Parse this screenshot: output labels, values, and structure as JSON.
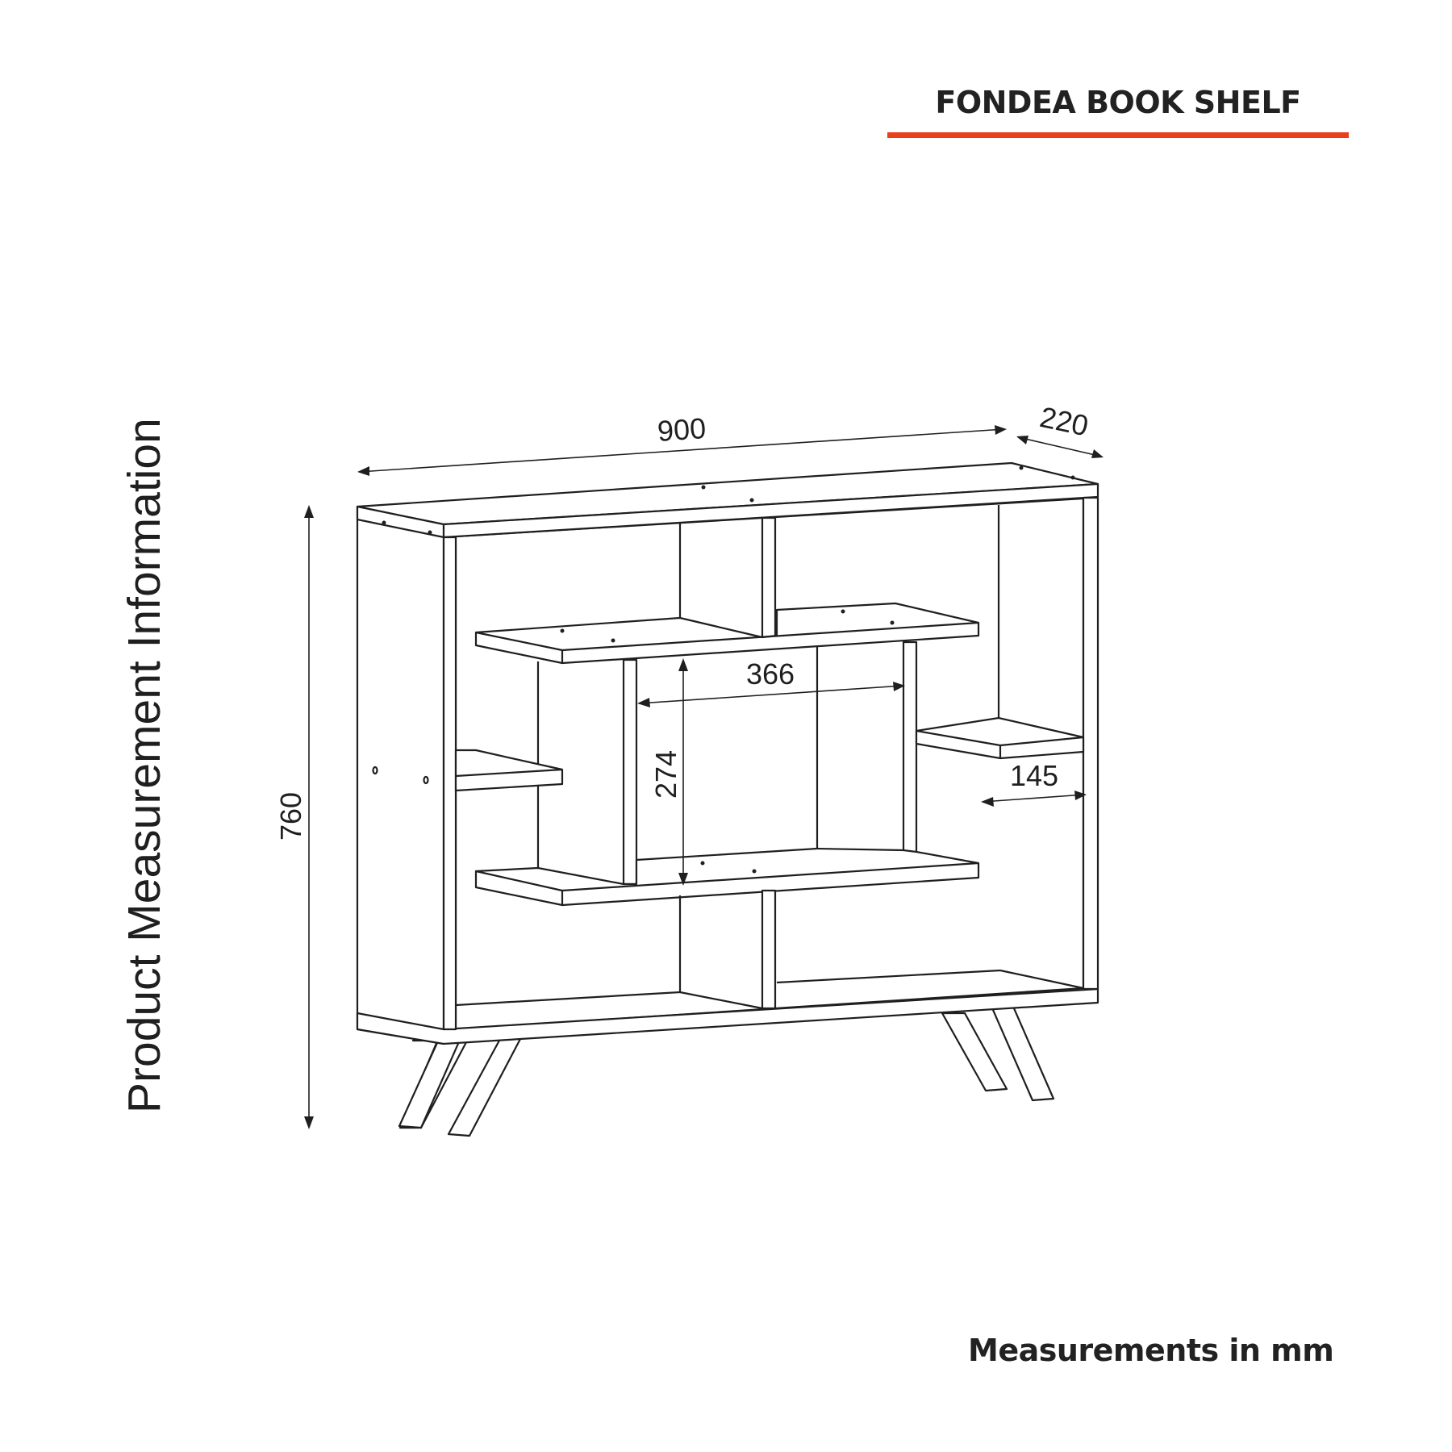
{
  "header": {
    "title": "FONDEA BOOK SHELF",
    "accent_color": "#e8401c"
  },
  "side_label": "Product Measurement Information",
  "footnote": "Measurements in mm",
  "dimensions": {
    "width": "900",
    "depth": "220",
    "height": "760",
    "inner_width": "366",
    "inner_height": "274",
    "side_shelf_width": "145"
  }
}
